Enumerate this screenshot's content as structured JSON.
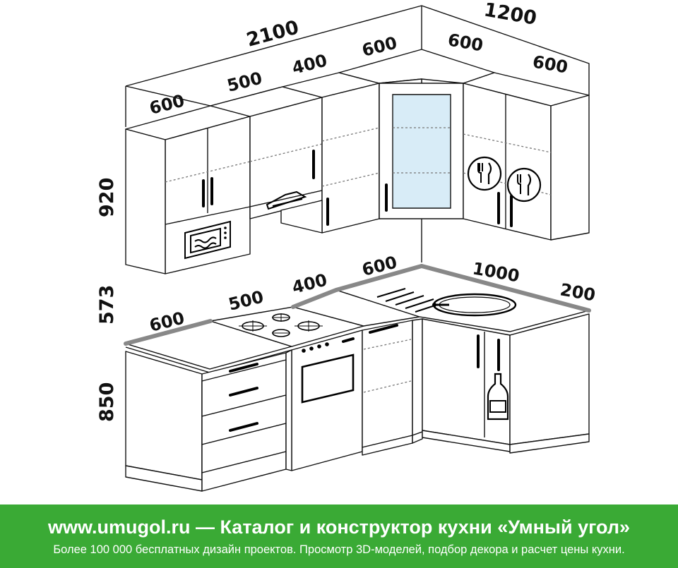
{
  "dimensions": {
    "upper_left_total": "2100",
    "upper_right_total": "1200",
    "upper_left": [
      "600",
      "500",
      "400",
      "600"
    ],
    "upper_right": [
      "600",
      "600"
    ],
    "lower_left": [
      "600",
      "500",
      "400",
      "600"
    ],
    "lower_right": [
      "1000",
      "200"
    ],
    "height_upper": "920",
    "height_gap": "573",
    "height_lower": "850"
  },
  "footer": {
    "title": "www.umugol.ru — Каталог и конструктор кухни «Умный угол»",
    "subtitle": "Более 100 000 бесплатных дизайн проектов. Просмотр 3D-моделей, подбор декора и расчет цены кухни."
  },
  "colors": {
    "footer_bg": "#3aaa35",
    "line": "#111111",
    "glass": "#d8ecf7"
  }
}
